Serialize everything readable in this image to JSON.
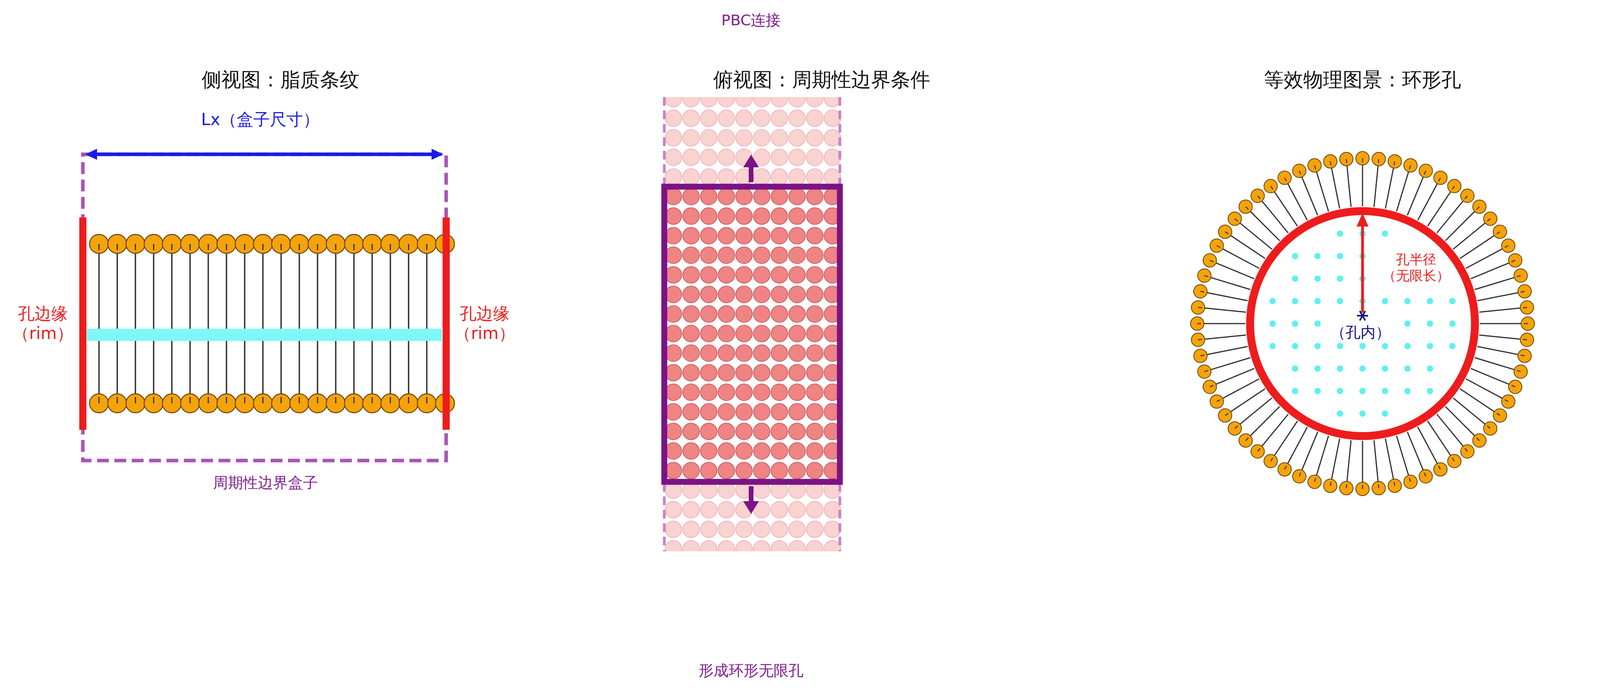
{
  "diagram": {
    "nodes": [
      {
        "text": [
          "周期性边界盒子"
        ]
      },
      {
        "text": [
          "孔半径 （无限长）",
          "（孔内）"
        ]
      }
    ],
    "labels": [
      "PBC连接",
      "侧视图：脂质条纹",
      "Lx（盒子尺寸）",
      "孔边缘 （rim）",
      "孔边缘 （rim）",
      "俯视图：周期性边界条件",
      "等效物理图景：环形孔",
      "形成环形无限孔"
    ]
  }
}
